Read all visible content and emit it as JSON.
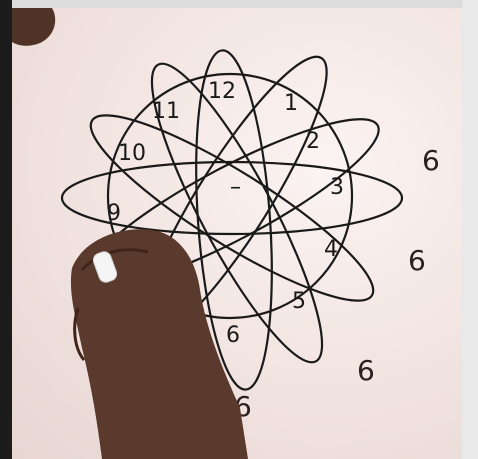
{
  "scene": {
    "ink_color": "#1a1a1a",
    "accent_ink_color": "#3a2a2a",
    "board_color": "#f6ebe8",
    "hand_color": "#5a3a2c"
  },
  "diagram": {
    "inner_numbers": [
      "1",
      "2",
      "3",
      "4",
      "5",
      "6",
      "9",
      "10",
      "11",
      "12"
    ],
    "center_label": "–",
    "outer_sixes": [
      "6",
      "6",
      "6",
      "6"
    ]
  }
}
